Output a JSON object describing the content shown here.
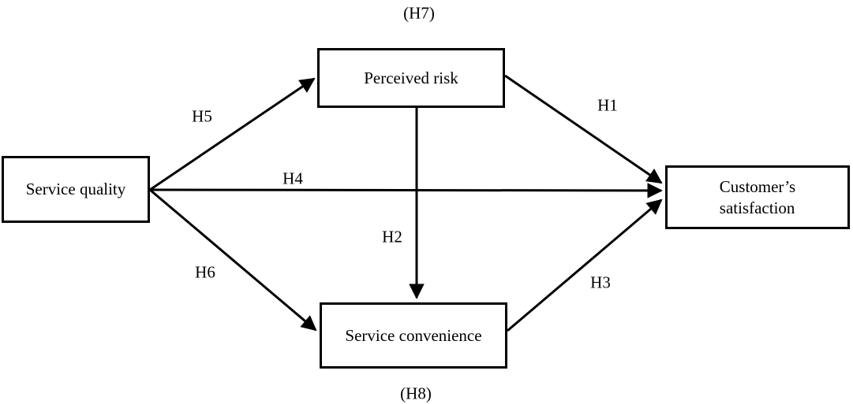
{
  "diagram": {
    "type": "path-model",
    "background_color": "#ffffff",
    "line_color": "#000000",
    "text_color": "#000000",
    "nodes": {
      "service_quality": {
        "label": "Service quality"
      },
      "perceived_risk": {
        "label": "Perceived risk"
      },
      "service_convenience": {
        "label": "Service convenience"
      },
      "customer_satisfaction": {
        "lines": [
          "Customer’s",
          "satisfaction"
        ]
      }
    },
    "edges": [
      {
        "id": "h1",
        "label": "H1",
        "from": "perceived_risk",
        "to": "customer_satisfaction"
      },
      {
        "id": "h2",
        "label": "H2",
        "from": "perceived_risk",
        "to": "service_convenience"
      },
      {
        "id": "h3",
        "label": "H3",
        "from": "service_convenience",
        "to": "customer_satisfaction"
      },
      {
        "id": "h4",
        "label": "H4",
        "from": "service_quality",
        "to": "customer_satisfaction"
      },
      {
        "id": "h5",
        "label": "H5",
        "from": "service_quality",
        "to": "perceived_risk"
      },
      {
        "id": "h6",
        "label": "H6",
        "from": "service_quality",
        "to": "service_convenience"
      }
    ],
    "annotations": {
      "h7": "(H7)",
      "h8": "(H8)"
    }
  }
}
